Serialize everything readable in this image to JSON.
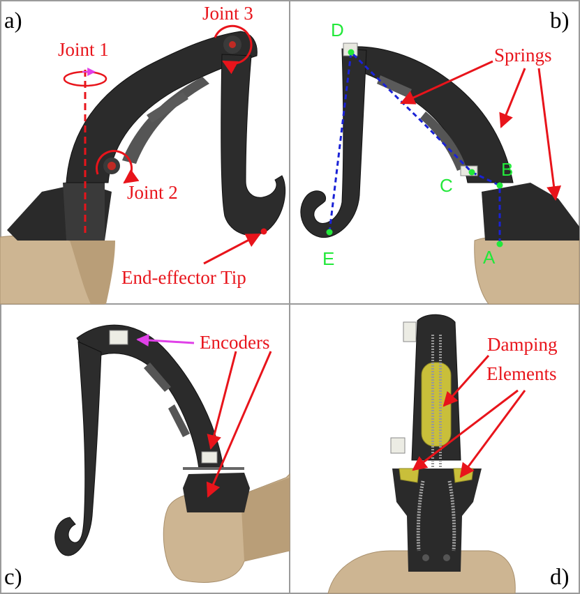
{
  "panels": {
    "a": {
      "letter": "a)",
      "labels": {
        "joint1": "Joint 1",
        "joint2": "Joint 2",
        "joint3": "Joint 3",
        "tip": "End-effector Tip"
      }
    },
    "b": {
      "letter": "b)",
      "labels": {
        "springs": "Springs"
      },
      "points": {
        "A": "A",
        "B": "B",
        "C": "C",
        "D": "D",
        "E": "E"
      }
    },
    "c": {
      "letter": "c)",
      "labels": {
        "encoders": "Encoders"
      }
    },
    "d": {
      "letter": "d)",
      "labels": {
        "damping_line1": "Damping",
        "damping_line2": "Elements"
      }
    }
  },
  "colors": {
    "annotation_red": "#e8141b",
    "point_green": "#22e83a",
    "dashed_blue": "#1a22d6",
    "magenta_arrow": "#e040e8",
    "arm_black": "#2a2a2a",
    "base_tan": "#cdb592",
    "damper_yellow": "#c9bf3a",
    "panel_border": "#9a9a9a"
  }
}
